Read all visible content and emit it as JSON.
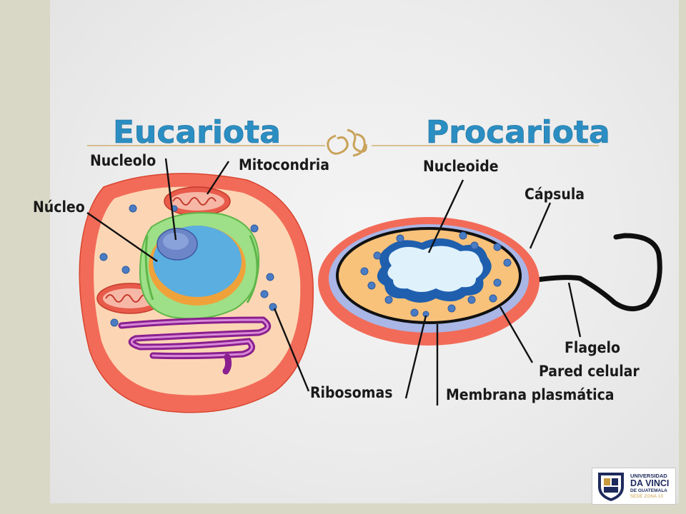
{
  "slide": {
    "title_left": "Eucariota",
    "title_right": "Procariota",
    "divider_icon": "fleuron-ornament-icon"
  },
  "eukaryote": {
    "labels": {
      "nucleolo": "Nucleolo",
      "mitocondria": "Mitocondria",
      "nucleo": "Núcleo",
      "ribosomas": "Ribosomas"
    }
  },
  "prokaryote": {
    "labels": {
      "nucleoide": "Nucleoide",
      "capsula": "Cápsula",
      "flagelo": "Flagelo",
      "pared": "Pared celular",
      "membrana": "Membrana plasmática"
    }
  },
  "logo": {
    "line1": "UNIVERSIDAD",
    "line2": "DA VINCI",
    "line3": "DE GUATEMALA",
    "line4": "SEDE ZONA 10"
  },
  "colors": {
    "title": "#2b8ec2",
    "divider": "#c9a25a",
    "cell_outer": "#f0705e",
    "cytoplasm": "#fcd6b4",
    "er_green": "#9ee087",
    "nucleus": "#5aaee0",
    "nucleolus": "#6c86c8",
    "golgi": "#8a1f8f",
    "ribosome": "#3f6fb5",
    "prok_cytoplasm": "#f9c27a",
    "nucleoid": "#1f5fae"
  }
}
